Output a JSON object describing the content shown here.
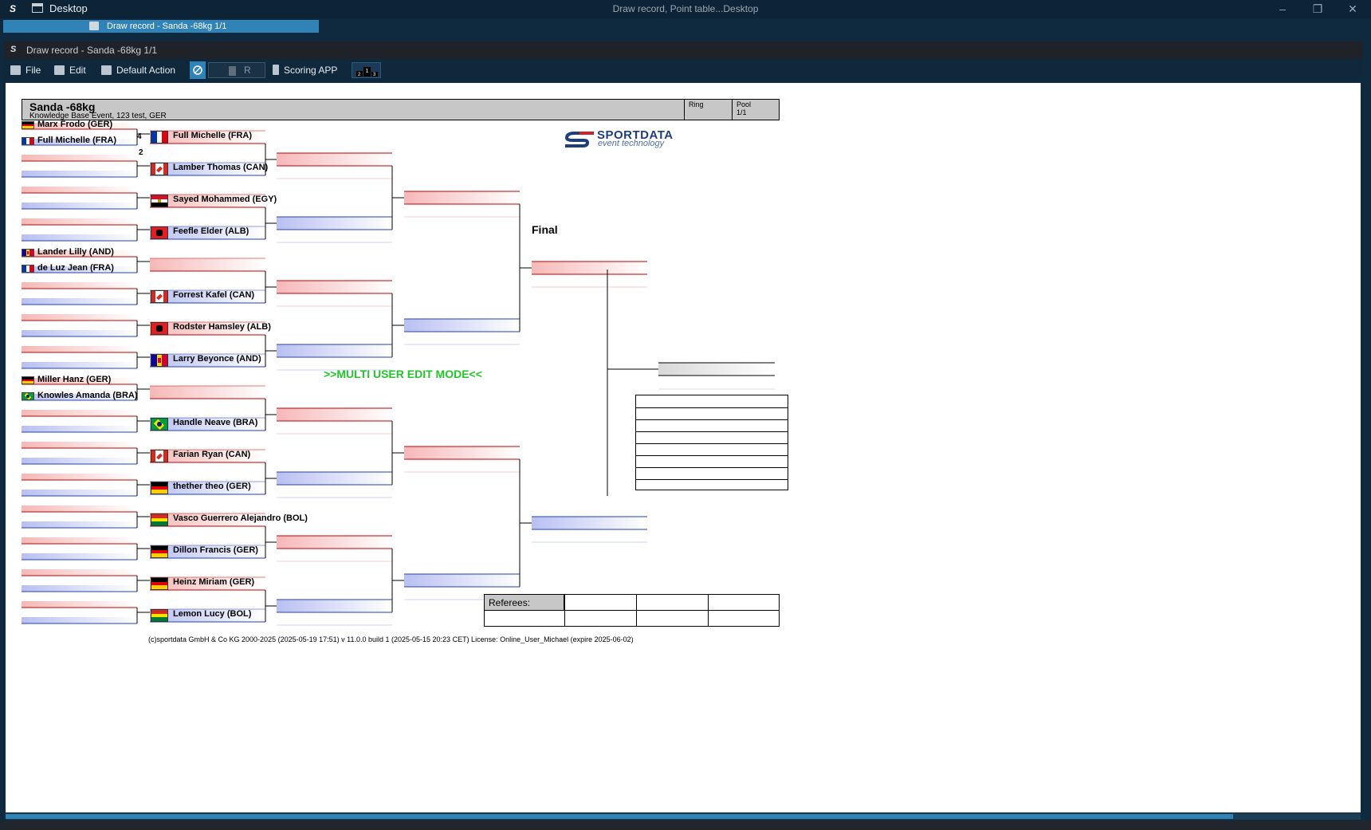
{
  "window": {
    "app_name": "Desktop",
    "center_title": "Draw record, Point table...Desktop",
    "doc_tab": "Draw record - Sanda -68kg 1/1",
    "inner_title": "Draw record - Sanda -68kg 1/1"
  },
  "toolbar": {
    "file": "File",
    "edit": "Edit",
    "default_action": "Default Action",
    "r_label": "R",
    "scoring_app": "Scoring APP"
  },
  "header": {
    "event": "Sanda -68kg",
    "subtitle": "Knowledge Base Event, 123 test, GER",
    "ring_label": "Ring",
    "pool_label": "Pool",
    "pool_value": "1/1"
  },
  "logo": {
    "main": "SPORTDATA",
    "tagline": "event technology"
  },
  "round1": [
    {
      "name": "Marx Frodo (GER)",
      "flag": "GER"
    },
    {
      "name": "Full Michelle (FRA)",
      "flag": "FRA"
    },
    {
      "name": "Lander Lilly (AND)",
      "flag": "AND"
    },
    {
      "name": "de Luz Jean (FRA)",
      "flag": "FRA"
    },
    {
      "name": "Miller Hanz (GER)",
      "flag": "GER"
    },
    {
      "name": "Knowles Amanda (BRA)",
      "flag": "BRA"
    }
  ],
  "round1_scores": [
    "4",
    "2"
  ],
  "round2": [
    {
      "name": "Full Michelle (FRA)",
      "flag": "FRA"
    },
    {
      "name": "Lamber Thomas (CAN)",
      "flag": "CAN"
    },
    {
      "name": "Sayed Mohammed (EGY)",
      "flag": "EGY"
    },
    {
      "name": "Feefle Elder (ALB)",
      "flag": "ALB"
    },
    {
      "name": "",
      "flag": ""
    },
    {
      "name": "Forrest Kafel (CAN)",
      "flag": "CAN"
    },
    {
      "name": "Rodster Hamsley (ALB)",
      "flag": "ALB"
    },
    {
      "name": "Larry Beyonce (AND)",
      "flag": "AND"
    },
    {
      "name": "",
      "flag": ""
    },
    {
      "name": "Handle Neave (BRA)",
      "flag": "BRA"
    },
    {
      "name": "Farian Ryan (CAN)",
      "flag": "CAN"
    },
    {
      "name": "thether theo (GER)",
      "flag": "GER"
    },
    {
      "name": "Vasco Guerrero Alejandro (BOL)",
      "flag": "BOL"
    },
    {
      "name": "Dillon Francis (GER)",
      "flag": "GER"
    },
    {
      "name": "Heinz Miriam (GER)",
      "flag": "GER"
    },
    {
      "name": "Lemon Lucy (BOL)",
      "flag": "BOL"
    }
  ],
  "final_label": "Final",
  "multi_user": ">>MULTI USER EDIT MODE<<",
  "referees_label": "Referees:",
  "footer": "(c)sportdata GmbH & Co KG 2000-2025 (2025-05-19 17:51)  v 11.0.0 build 1 (2025-05-15 20:23 CET) License: Online_User_Michael (expire 2025-06-02)",
  "colors": {
    "red_line": "#c00000",
    "blue_line": "#2040c0",
    "red_fill": "#f7c4c4",
    "blue_fill": "#c4caf2",
    "accent": "#2f83b6",
    "multi_user": "#22c62a"
  }
}
